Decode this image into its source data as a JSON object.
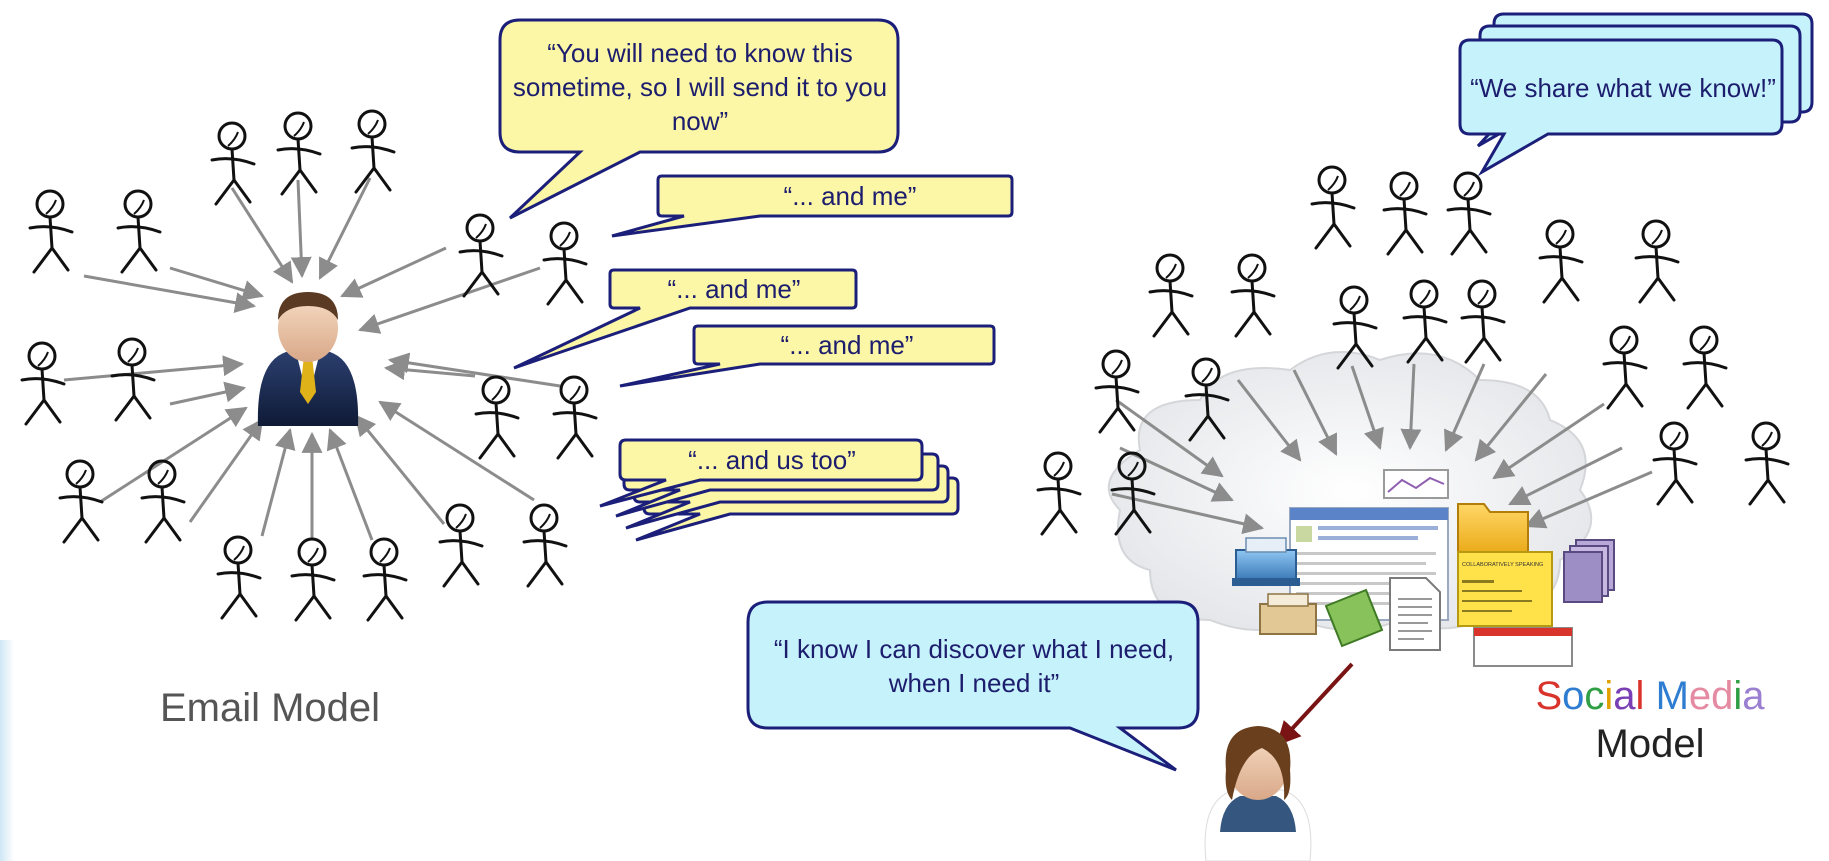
{
  "email_model": {
    "label": "Email Model",
    "bubbles": [
      {
        "text": "“You will need to know this sometime, so I will send it to you now”"
      },
      {
        "text": "“... and me”"
      },
      {
        "text": "“... and me”"
      },
      {
        "text": "“... and me”"
      },
      {
        "text": "“... and us too”"
      }
    ]
  },
  "social_model": {
    "label_line1_letters": [
      {
        "ch": "S",
        "color": "#d9342b"
      },
      {
        "ch": "o",
        "color": "#2f7dd1"
      },
      {
        "ch": "c",
        "color": "#2f9e44"
      },
      {
        "ch": "i",
        "color": "#e0a100"
      },
      {
        "ch": "a",
        "color": "#7a3fb5"
      },
      {
        "ch": "l",
        "color": "#d9342b"
      },
      {
        "ch": " ",
        "color": "#ffffff"
      },
      {
        "ch": "M",
        "color": "#2f7dd1"
      },
      {
        "ch": "e",
        "color": "#e58aa3"
      },
      {
        "ch": "d",
        "color": "#e58aa3"
      },
      {
        "ch": "i",
        "color": "#2f9e44"
      },
      {
        "ch": "a",
        "color": "#9b7fd1"
      }
    ],
    "label_line2": "Model",
    "share_bubble": {
      "text": "“We share what we know!”"
    },
    "discover_bubble": {
      "text": "“I know I can discover what I need, when I need it”"
    },
    "document_snippet": {
      "title": "COLLABORATIVELY SPEAKING"
    }
  },
  "colors": {
    "yellow_bubble": "#fbf7a6",
    "cyan_bubble": "#c6f3fb",
    "bubble_border": "#1b1f7a",
    "arrow_gray": "#8c8c8c",
    "arrow_red": "#7a1414"
  }
}
